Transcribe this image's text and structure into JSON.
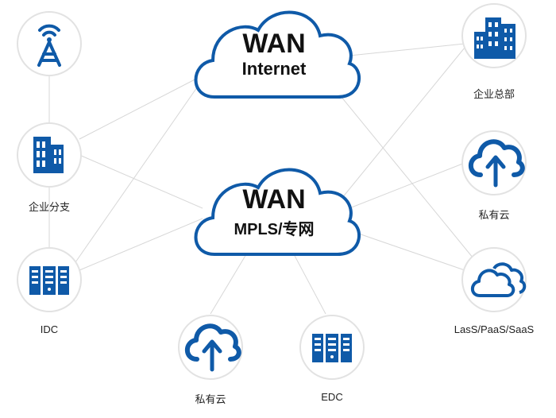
{
  "clouds": {
    "internet": {
      "line1": "WAN",
      "line2": "Internet"
    },
    "mpls": {
      "line1": "WAN",
      "line2": "MPLS/专网"
    }
  },
  "nodes": {
    "tower": {
      "icon": "radio-tower-icon",
      "label": ""
    },
    "branch": {
      "icon": "office-building-icon",
      "label": "企业分支"
    },
    "idc": {
      "icon": "server-rack-icon",
      "label": "IDC"
    },
    "private_cloud_bottom": {
      "icon": "cloud-upload-icon",
      "label": "私有云"
    },
    "edc": {
      "icon": "server-rack-icon",
      "label": "EDC"
    },
    "hq": {
      "icon": "office-buildings-icon",
      "label": "企业总部"
    },
    "private_cloud_right": {
      "icon": "cloud-upload-icon",
      "label": "私有云"
    },
    "saas": {
      "icon": "cloud-icon",
      "label": "LasS/PaaS/SaaS"
    }
  },
  "colors": {
    "icon": "#0f5aa8",
    "line": "#d7d7d7",
    "circle_border": "#e2e2e2",
    "cloud_border": "#0f5aa8"
  }
}
